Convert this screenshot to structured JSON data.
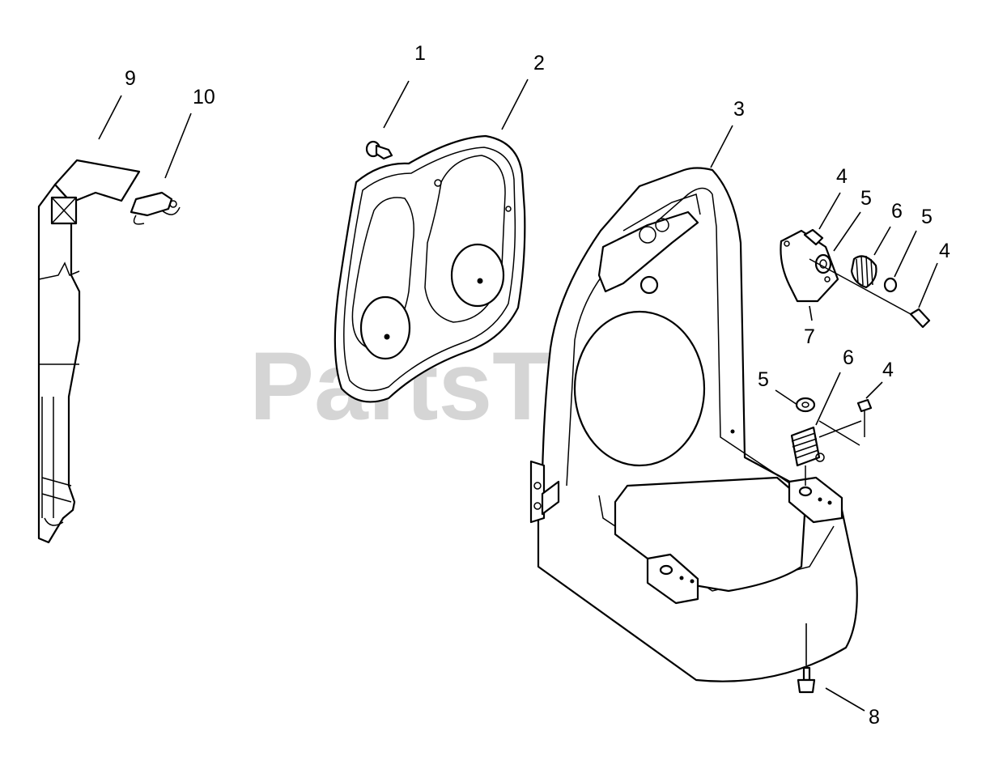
{
  "watermark": {
    "text": "PartsTree",
    "trademark": "™"
  },
  "callouts": [
    {
      "id": "c1",
      "label": "1"
    },
    {
      "id": "c2",
      "label": "2"
    },
    {
      "id": "c3",
      "label": "3"
    },
    {
      "id": "c4a",
      "label": "4"
    },
    {
      "id": "c5a",
      "label": "5"
    },
    {
      "id": "c6a",
      "label": "6"
    },
    {
      "id": "c5b",
      "label": "5"
    },
    {
      "id": "c4b",
      "label": "4"
    },
    {
      "id": "c7",
      "label": "7"
    },
    {
      "id": "c5c",
      "label": "5"
    },
    {
      "id": "c6b",
      "label": "6"
    },
    {
      "id": "c4c",
      "label": "4"
    },
    {
      "id": "c8",
      "label": "8"
    },
    {
      "id": "c9",
      "label": "9"
    },
    {
      "id": "c10",
      "label": "10"
    }
  ]
}
